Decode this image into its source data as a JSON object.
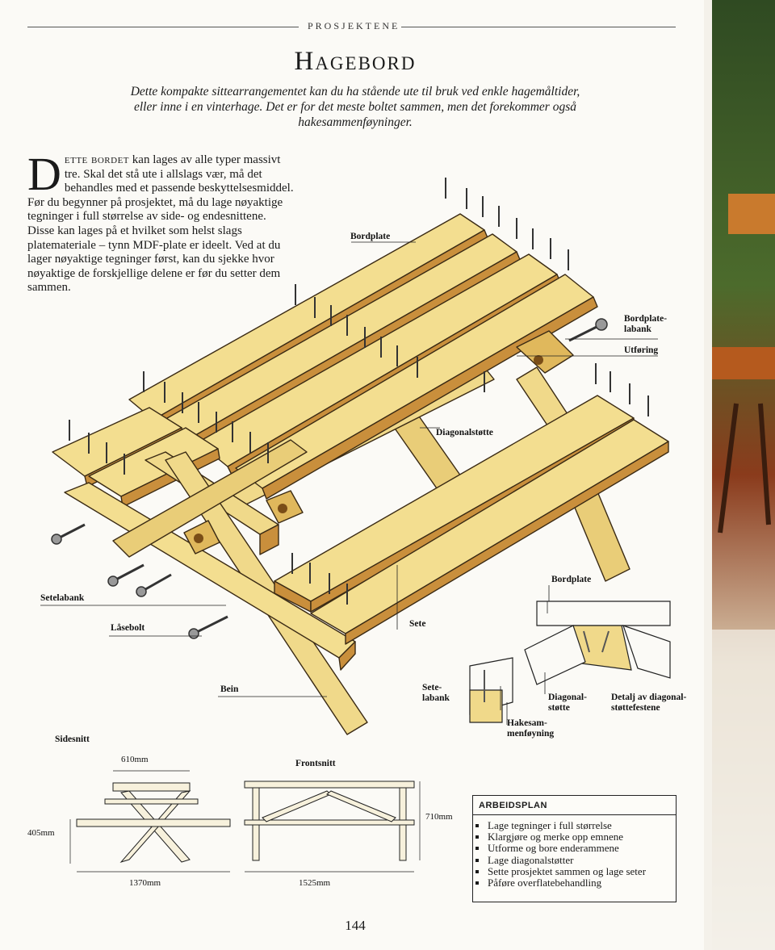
{
  "header": {
    "section": "PROSJEKTENE",
    "title": "Hagebord"
  },
  "intro": "Dette kompakte sittearrangementet kan du ha stående ute til bruk ved enkle hagemåltider, eller inne i en vinterhage. Det er for det meste boltet sammen, men det forekommer også hakesammenføyninger.",
  "body": {
    "drop_cap": "D",
    "lead": "ette bordet",
    "text": " kan lages av alle typer massivt tre. Skal det stå ute i allslags vær, må det behandles med et passende beskyttelsesmiddel. Før du begynner på prosjektet, må du lage nøyaktige tegninger i full størrelse av side- og endesnittene. Disse kan lages på et hvilket som helst slags platemateriale – tynn MDF-plate er ideelt. Ved at du lager nøyaktige tegninger først, kan du sjekke hvor nøyaktige de forskjellige delene er før du setter dem sammen."
  },
  "labels": {
    "bordplate_top": "Bordplate",
    "bordplatelabank_1": "Bordplate-",
    "bordplatelabank_2": "labank",
    "utforing": "Utføring",
    "diagonalstotte": "Diagonalstøtte",
    "setelabank": "Setelabank",
    "lasebolt": "Låsebolt",
    "bein": "Bein",
    "sete": "Sete",
    "bordplate_detail": "Bordplate",
    "sete_labank_1": "Sete-",
    "sete_labank_2": "labank",
    "diagonal_stotte_1": "Diagonal-",
    "diagonal_stotte_2": "støtte",
    "hakesam_1": "Hakesam-",
    "hakesam_2": "menføyning",
    "detalj_1": "Detalj av diagonal-",
    "detalj_2": "støttefestene"
  },
  "drawings": {
    "side_title": "Sidesnitt",
    "front_title": "Frontsnitt",
    "dim_610": "610mm",
    "dim_405": "405mm",
    "dim_1370": "1370mm",
    "dim_1525": "1525mm",
    "dim_710": "710mm"
  },
  "plan": {
    "heading": "ARBEIDSPLAN",
    "items": [
      "Lage tegninger i full størrelse",
      "Klargjøre og merke opp emnene",
      "Utforme og bore enderammene",
      "Lage diagonalstøtter",
      "Sette prosjektet sammen og lage seter",
      "Påføre overflatebehandling"
    ]
  },
  "page_number": "144",
  "colors": {
    "wood": "#f0d98a",
    "wood_dark": "#c98f3c",
    "wood_edge": "#a8692a",
    "ink": "#1a1a1a",
    "paper": "#fbfaf6"
  }
}
